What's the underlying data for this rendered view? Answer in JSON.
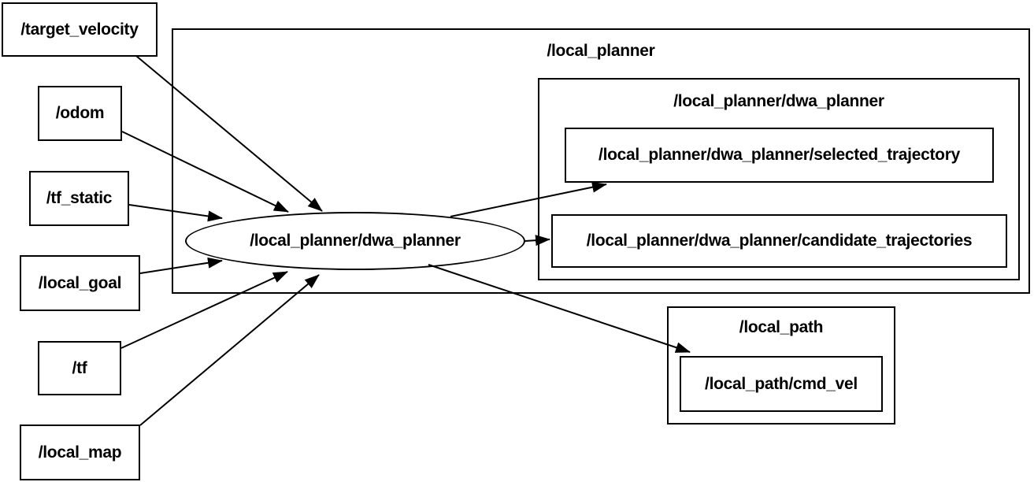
{
  "diagram_type": "ros-node-graph",
  "colors": {
    "background": "#ffffff",
    "stroke": "#000000",
    "text": "#000000"
  },
  "groups": {
    "local_planner": {
      "label": "/local_planner"
    },
    "dwa_planner": {
      "label": "/local_planner/dwa_planner"
    },
    "local_path": {
      "label": "/local_path"
    }
  },
  "nodes": {
    "target_velocity": {
      "label": "/target_velocity",
      "shape": "rect"
    },
    "odom": {
      "label": "/odom",
      "shape": "rect"
    },
    "tf_static": {
      "label": "/tf_static",
      "shape": "rect"
    },
    "local_goal": {
      "label": "/local_goal",
      "shape": "rect"
    },
    "tf": {
      "label": "/tf",
      "shape": "rect"
    },
    "local_map": {
      "label": "/local_map",
      "shape": "rect"
    },
    "dwa_planner_node": {
      "label": "/local_planner/dwa_planner",
      "shape": "ellipse"
    },
    "selected_trajectory": {
      "label": "/local_planner/dwa_planner/selected_trajectory",
      "shape": "rect"
    },
    "candidate_trajectories": {
      "label": "/local_planner/dwa_planner/candidate_trajectories",
      "shape": "rect"
    },
    "cmd_vel": {
      "label": "/local_path/cmd_vel",
      "shape": "rect"
    }
  },
  "edges": [
    {
      "from": "/target_velocity",
      "to": "/local_planner/dwa_planner"
    },
    {
      "from": "/odom",
      "to": "/local_planner/dwa_planner"
    },
    {
      "from": "/tf_static",
      "to": "/local_planner/dwa_planner"
    },
    {
      "from": "/local_goal",
      "to": "/local_planner/dwa_planner"
    },
    {
      "from": "/tf",
      "to": "/local_planner/dwa_planner"
    },
    {
      "from": "/local_map",
      "to": "/local_planner/dwa_planner"
    },
    {
      "from": "/local_planner/dwa_planner",
      "to": "/local_planner/dwa_planner/selected_trajectory"
    },
    {
      "from": "/local_planner/dwa_planner",
      "to": "/local_planner/dwa_planner/candidate_trajectories"
    },
    {
      "from": "/local_planner/dwa_planner",
      "to": "/local_path/cmd_vel"
    }
  ]
}
